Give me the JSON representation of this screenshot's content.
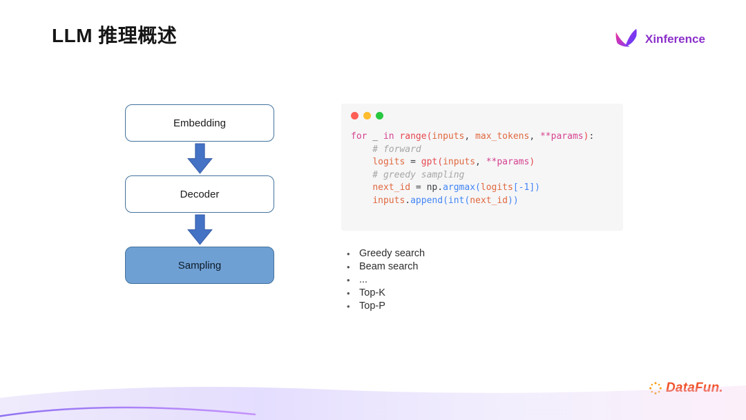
{
  "slide": {
    "title": "LLM 推理概述"
  },
  "logos": {
    "xinference": "Xinference",
    "datafun": "DataFun."
  },
  "flowchart": {
    "nodes": [
      {
        "label": "Embedding",
        "variant": "outline"
      },
      {
        "label": "Decoder",
        "variant": "outline"
      },
      {
        "label": "Sampling",
        "variant": "filled"
      }
    ]
  },
  "code_window": {
    "window_dots": [
      {
        "name": "close",
        "color": "#ff5f57"
      },
      {
        "name": "minimize",
        "color": "#febc2e"
      },
      {
        "name": "zoom",
        "color": "#28c840"
      }
    ],
    "background": "#f6f6f7",
    "palette": {
      "kw": "#d5438f",
      "fn": "#e5484d",
      "var": "#e0683e",
      "meth": "#4285f4",
      "num": "#4285f4",
      "comment": "#a6a6a6",
      "plain": "#3c4043"
    },
    "lines": [
      [
        {
          "t": "for",
          "c": "kw"
        },
        {
          "t": " _ ",
          "c": "plain"
        },
        {
          "t": "in",
          "c": "kw"
        },
        {
          "t": " ",
          "c": "plain"
        },
        {
          "t": "range",
          "c": "fn"
        },
        {
          "t": "(",
          "c": "fn"
        },
        {
          "t": "inputs",
          "c": "var"
        },
        {
          "t": ", ",
          "c": "plain"
        },
        {
          "t": "max_tokens",
          "c": "var"
        },
        {
          "t": ", ",
          "c": "plain"
        },
        {
          "t": "**params",
          "c": "kw"
        },
        {
          "t": ")",
          "c": "fn"
        },
        {
          "t": ":",
          "c": "plain"
        }
      ],
      [
        {
          "t": "    # forward",
          "c": "comment"
        }
      ],
      [
        {
          "t": "    ",
          "c": "plain"
        },
        {
          "t": "logits",
          "c": "var"
        },
        {
          "t": " = ",
          "c": "plain"
        },
        {
          "t": "gpt",
          "c": "fn"
        },
        {
          "t": "(",
          "c": "fn"
        },
        {
          "t": "inputs",
          "c": "var"
        },
        {
          "t": ", ",
          "c": "plain"
        },
        {
          "t": "**params",
          "c": "kw"
        },
        {
          "t": ")",
          "c": "fn"
        }
      ],
      [
        {
          "t": "    # greedy sampling",
          "c": "comment"
        }
      ],
      [
        {
          "t": "    ",
          "c": "plain"
        },
        {
          "t": "next_id",
          "c": "var"
        },
        {
          "t": " = ",
          "c": "plain"
        },
        {
          "t": "np",
          "c": "plain"
        },
        {
          "t": ".",
          "c": "plain"
        },
        {
          "t": "argmax",
          "c": "meth"
        },
        {
          "t": "(",
          "c": "meth"
        },
        {
          "t": "logits",
          "c": "var"
        },
        {
          "t": "[",
          "c": "meth"
        },
        {
          "t": "-1",
          "c": "num"
        },
        {
          "t": "]",
          "c": "meth"
        },
        {
          "t": ")",
          "c": "meth"
        }
      ],
      [
        {
          "t": "    ",
          "c": "plain"
        },
        {
          "t": "inputs",
          "c": "var"
        },
        {
          "t": ".",
          "c": "plain"
        },
        {
          "t": "append",
          "c": "meth"
        },
        {
          "t": "(",
          "c": "meth"
        },
        {
          "t": "int",
          "c": "meth"
        },
        {
          "t": "(",
          "c": "meth"
        },
        {
          "t": "next_id",
          "c": "var"
        },
        {
          "t": "))",
          "c": "meth"
        }
      ]
    ]
  },
  "sampling_methods": [
    "Greedy search",
    "Beam search",
    "...",
    "Top-K",
    "Top-P"
  ],
  "colors": {
    "title_text": "#151515",
    "arrow_fill": "#4472c4",
    "arrow_border": "#3a5fa8",
    "box_border": "#41719c",
    "sampling_fill": "#6fa0d4",
    "xinference_purple": "#8b2fc9",
    "datafun_orange": "#f0512a"
  }
}
